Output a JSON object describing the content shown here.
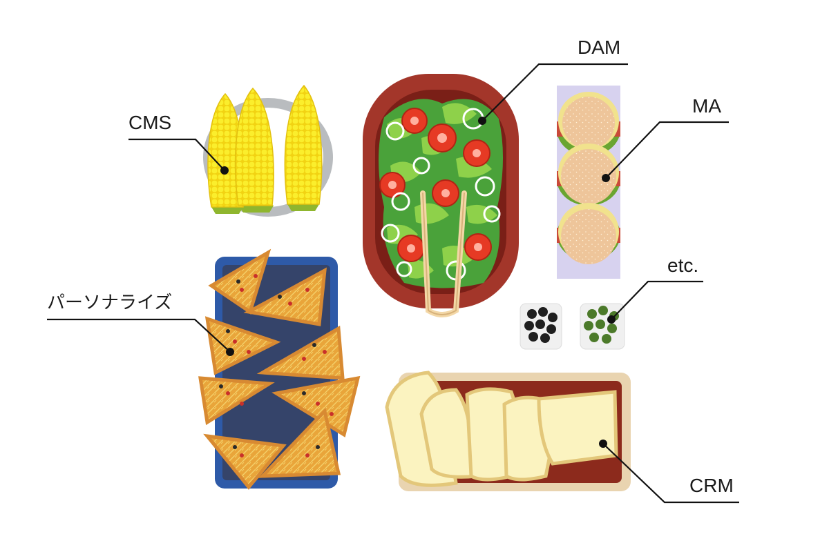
{
  "labels": {
    "cms": "CMS",
    "dam": "DAM",
    "ma": "MA",
    "etc": "etc.",
    "personalize": "パーソナライズ",
    "crm": "CRM"
  },
  "colors": {
    "line": "#111111",
    "corn": "#f7e21a",
    "salad_bowl": "#a3362a",
    "pizza_tray": "#2e5aa8",
    "bread_board": "#8c2a1c",
    "burger_tray": "#cfc9ec"
  },
  "items": [
    {
      "id": "corn",
      "icon": "corn-icon",
      "label_key": "cms"
    },
    {
      "id": "salad",
      "icon": "salad-icon",
      "label_key": "dam"
    },
    {
      "id": "burgers",
      "icon": "burger-icon",
      "label_key": "ma"
    },
    {
      "id": "olives",
      "icon": "olive-icon",
      "label_key": "etc"
    },
    {
      "id": "pizza",
      "icon": "pizza-icon",
      "label_key": "personalize"
    },
    {
      "id": "bread",
      "icon": "bread-icon",
      "label_key": "crm"
    }
  ]
}
